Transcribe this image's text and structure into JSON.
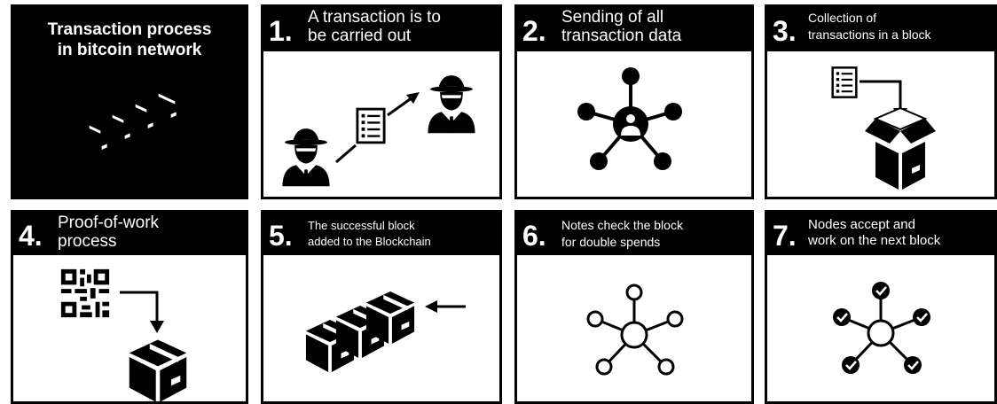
{
  "intro": {
    "title_line1": "Transaction process",
    "title_line2": "in bitcoin network"
  },
  "steps": [
    {
      "number": "1.",
      "line1": "A transaction is to",
      "line2": "be carried out"
    },
    {
      "number": "2.",
      "line1": "Sending of all",
      "line2": "transaction data"
    },
    {
      "number": "3.",
      "line1": "Collection  of",
      "line2": "transactions in a block"
    },
    {
      "number": "4.",
      "line1": "Proof-of-work",
      "line2": "process"
    },
    {
      "number": "5.",
      "line1": "The successful  block",
      "line2": "added to the Blockchain"
    },
    {
      "number": "6.",
      "line1": "Notes  check the block",
      "line2": "for double  spends"
    },
    {
      "number": "7.",
      "line1": "Nodes accept and",
      "line2": "work on the next block"
    }
  ],
  "colors": {
    "ink": "#000000",
    "paper": "#ffffff"
  }
}
